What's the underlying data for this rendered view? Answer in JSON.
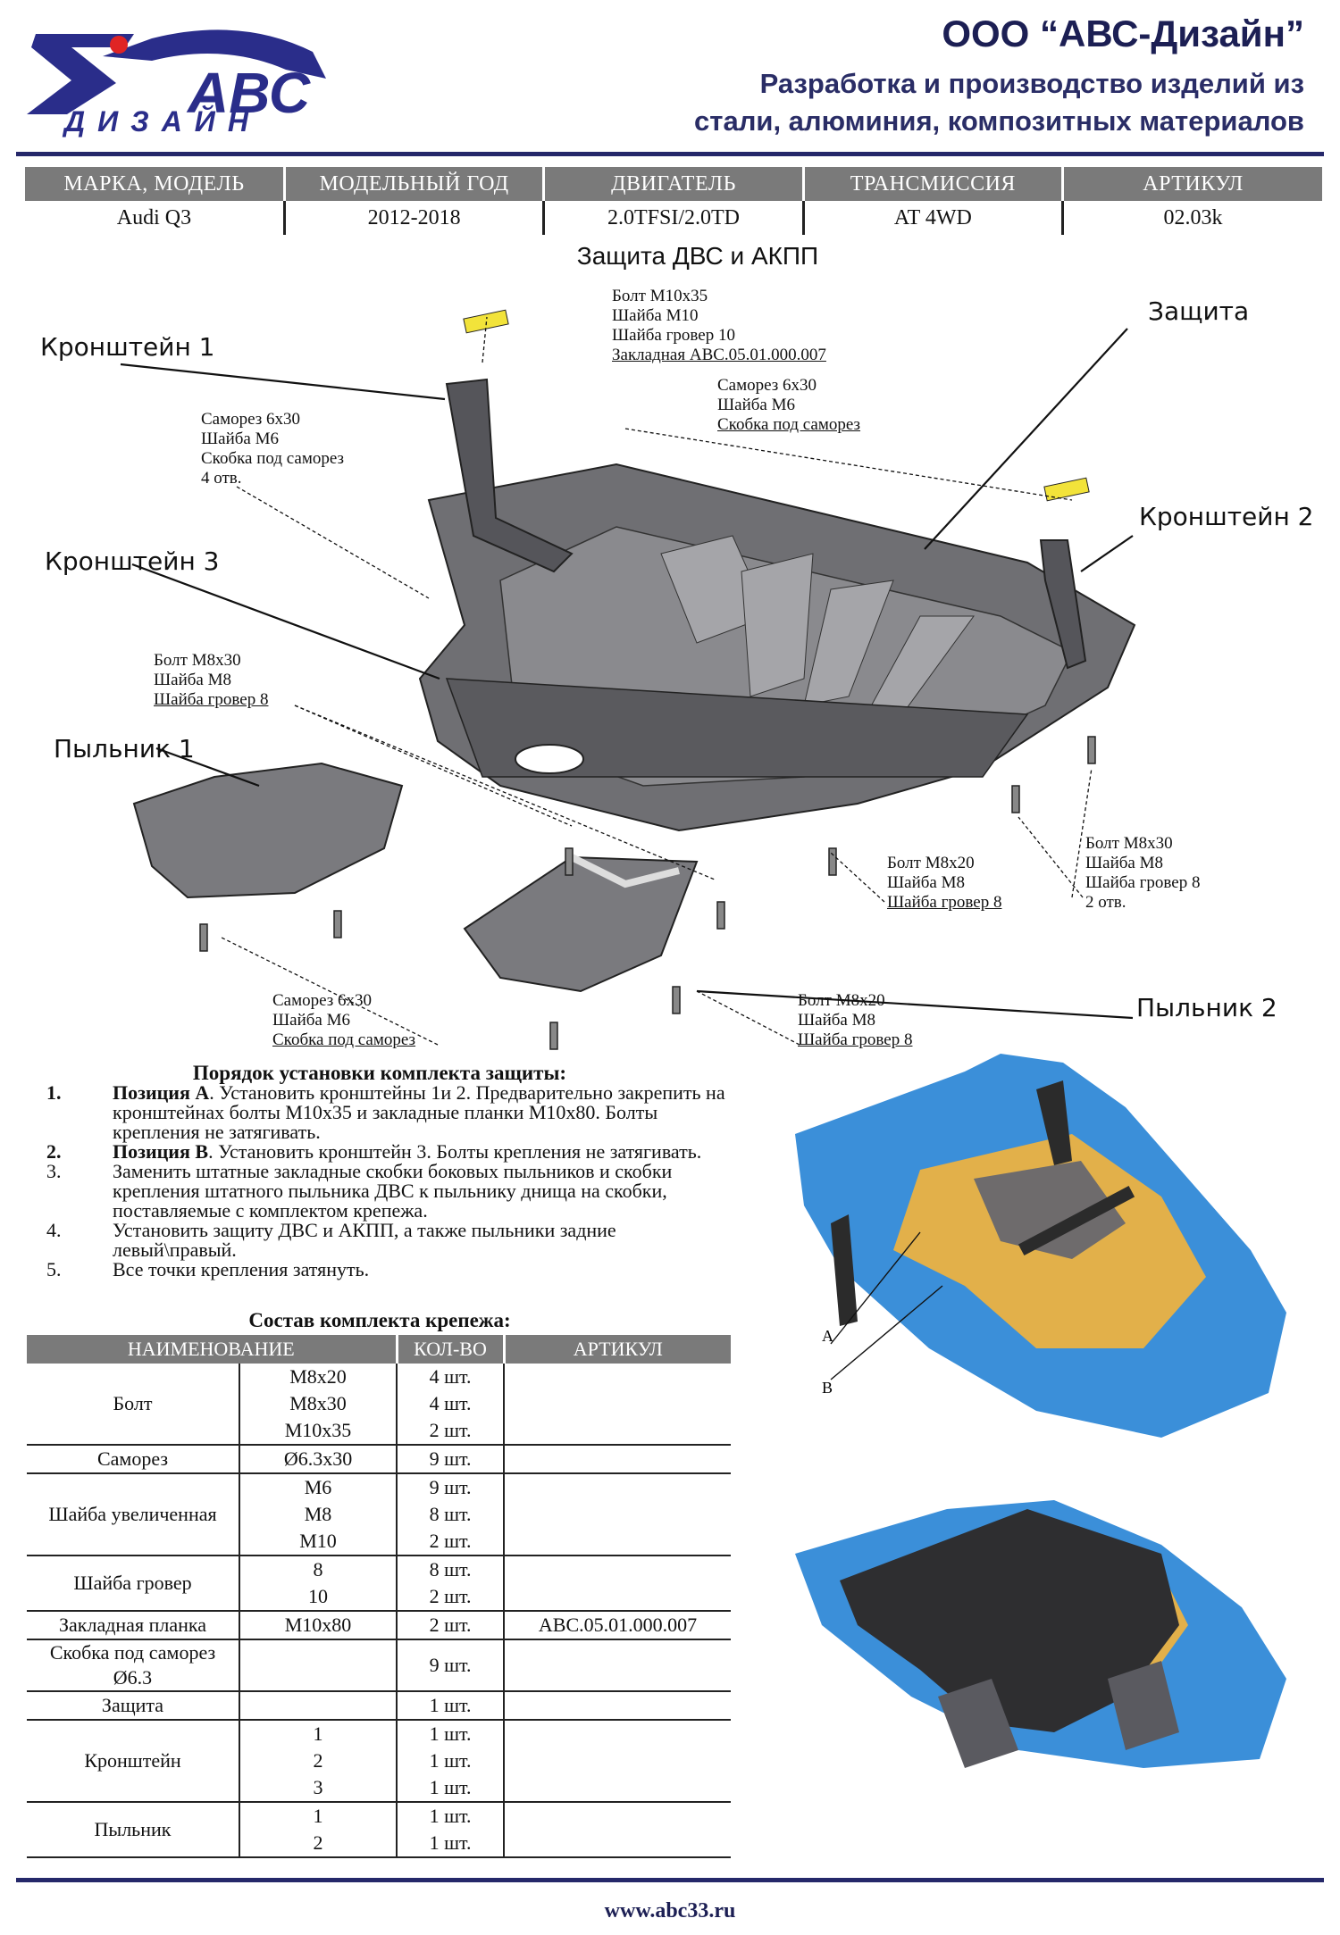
{
  "header": {
    "logo_text": "АВС",
    "logo_sub": "ДИЗАЙН",
    "company": "ООО “АВС-Дизайн”",
    "tagline_1": "Разработка и производство изделий из",
    "tagline_2": "стали, алюминия, композитных материалов"
  },
  "spec": {
    "headers": [
      "МАРКА, МОДЕЛЬ",
      "МОДЕЛЬНЫЙ ГОД",
      "ДВИГАТЕЛЬ",
      "ТРАНСМИССИЯ",
      "АРТИКУЛ"
    ],
    "values": [
      "Audi Q3",
      "2012-2018",
      "2.0TFSI/2.0TD",
      "AT 4WD",
      "02.03k"
    ]
  },
  "section_title": "Защита ДВС и АКПП",
  "callouts": {
    "bracket1": "Кронштейн 1",
    "bracket2": "Кронштейн 2",
    "bracket3": "Кронштейн 3",
    "guard": "Защита",
    "dust1": "Пыльник 1",
    "dust2": "Пыльник 2"
  },
  "notes": {
    "top_center": [
      "Болт М10х35",
      "Шайба М10",
      "Шайба гровер 10",
      "Закладная АВС.05.01.000.007"
    ],
    "top_right": [
      "Саморез 6х30",
      "Шайба М6",
      "Скобка под саморез"
    ],
    "left_upper": [
      "Саморез 6х30",
      "Шайба М6",
      "Скобка под саморез",
      "4 отв."
    ],
    "left_mid": [
      "Болт М8х30",
      "Шайба М8",
      "Шайба гровер 8"
    ],
    "right_mid_a": [
      "Болт М8х20",
      "Шайба М8",
      "Шайба гровер 8"
    ],
    "right_mid_b": [
      "Болт М8х30",
      "Шайба М8",
      "Шайба гровер 8",
      "2 отв."
    ],
    "bottom_left": [
      "Саморез 6х30",
      "Шайба М6",
      "Скобка под саморез"
    ],
    "bottom_right": [
      "Болт М8х20",
      "Шайба М8",
      "Шайба гровер 8"
    ]
  },
  "photo_labels": {
    "a": "A",
    "b": "B"
  },
  "instructions": {
    "title": "Порядок установки комплекта защиты:",
    "steps": [
      {
        "num": "1.",
        "bold": "Позиция А",
        "text": ". Установить кронштейны 1и 2. Предварительно закрепить на кронштейнах болты М10х35 и закладные планки М10х80. Болты крепления не затягивать."
      },
      {
        "num": "2.",
        "bold": "Позиция В",
        "text": ". Установить кронштейн 3. Болты крепления не затягивать."
      },
      {
        "num": "3.",
        "bold": "",
        "text": "Заменить штатные закладные скобки боковых пыльников и скобки крепления штатного пыльника ДВС к пыльнику днища на скобки, поставляемые с комплектом крепежа."
      },
      {
        "num": "4.",
        "bold": "",
        "text": "Установить защиту ДВС и АКПП, а также пыльники задние левый\\правый."
      },
      {
        "num": "5.",
        "bold": "",
        "text": "Все точки крепления затянуть."
      }
    ]
  },
  "kit": {
    "title": "Состав комплекта крепежа:",
    "headers": [
      "НАИМЕНОВАНИЕ",
      "",
      "КОЛ-ВО",
      "АРТИКУЛ"
    ],
    "rows": [
      {
        "name": "Болт",
        "sizes": [
          "М8х20",
          "М8х30",
          "М10х35"
        ],
        "qty": [
          "4 шт.",
          "4 шт.",
          "2 шт."
        ],
        "art": ""
      },
      {
        "name": "Саморез",
        "sizes": [
          "Ø6.3х30"
        ],
        "qty": [
          "9 шт."
        ],
        "art": ""
      },
      {
        "name": "Шайба увеличенная",
        "sizes": [
          "М6",
          "М8",
          "М10"
        ],
        "qty": [
          "9 шт.",
          "8 шт.",
          "2 шт."
        ],
        "art": ""
      },
      {
        "name": "Шайба гровер",
        "sizes": [
          "8",
          "10"
        ],
        "qty": [
          "8 шт.",
          "2 шт."
        ],
        "art": ""
      },
      {
        "name": "Закладная планка",
        "sizes": [
          "М10х80"
        ],
        "qty": [
          "2 шт."
        ],
        "art": "АВС.05.01.000.007"
      },
      {
        "name": "Скобка под саморез Ø6.3",
        "sizes": [
          ""
        ],
        "qty": [
          "9 шт."
        ],
        "art": ""
      },
      {
        "name": "Защита",
        "sizes": [
          ""
        ],
        "qty": [
          "1 шт."
        ],
        "art": ""
      },
      {
        "name": "Кронштейн",
        "sizes": [
          "1",
          "2",
          "3"
        ],
        "qty": [
          "1 шт.",
          "1 шт.",
          "1 шт."
        ],
        "art": ""
      },
      {
        "name": "Пыльник",
        "sizes": [
          "1",
          "2"
        ],
        "qty": [
          "1 шт.",
          "1 шт."
        ],
        "art": ""
      }
    ]
  },
  "footer": "www.abc33.ru",
  "colors": {
    "brand": "#25286a",
    "header_gray": "#7a7a7a",
    "frame_blue": "#3b8fd9",
    "subframe_gold": "#e2b04a"
  }
}
